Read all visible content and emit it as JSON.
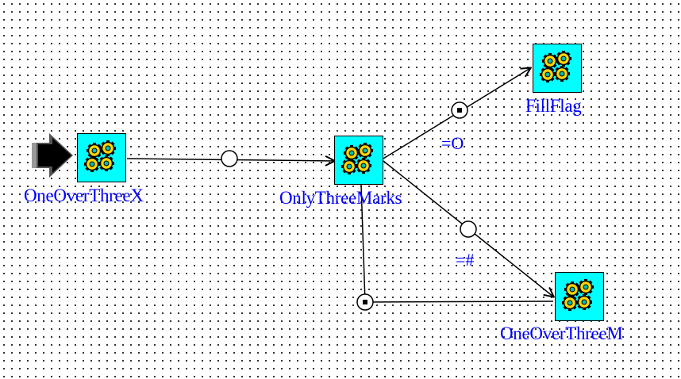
{
  "nodes": {
    "start": {
      "label": "OneOverThreeX"
    },
    "middle": {
      "label": "OnlyThreeMarks"
    },
    "fill": {
      "label": "FillFlag"
    },
    "end": {
      "label": "OneOverThreeM"
    }
  },
  "conditions": {
    "equal_o": "=O",
    "equal_hash": "=#"
  },
  "colors": {
    "node_fill": "#00ffff",
    "label_text": "#0000ff",
    "gear_fill": "#ffd700"
  },
  "icons": [
    "start-arrow-icon",
    "gears-icon",
    "connector-circle-icon",
    "connector-dot-icon"
  ]
}
